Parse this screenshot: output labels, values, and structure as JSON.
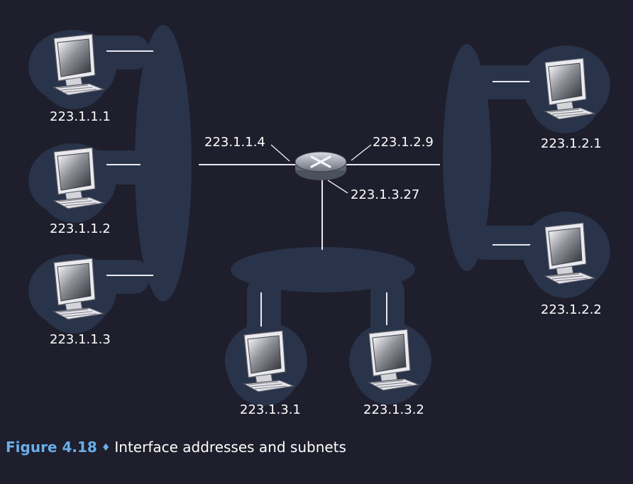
{
  "diagram": {
    "hosts": [
      {
        "id": "h1",
        "ip": "223.1.1.1"
      },
      {
        "id": "h2",
        "ip": "223.1.1.2"
      },
      {
        "id": "h3",
        "ip": "223.1.1.3"
      },
      {
        "id": "h4",
        "ip": "223.1.2.1"
      },
      {
        "id": "h5",
        "ip": "223.1.2.2"
      },
      {
        "id": "h6",
        "ip": "223.1.3.1"
      },
      {
        "id": "h7",
        "ip": "223.1.3.2"
      }
    ],
    "router_interfaces": [
      {
        "id": "r1",
        "ip": "223.1.1.4"
      },
      {
        "id": "r2",
        "ip": "223.1.2.9"
      },
      {
        "id": "r3",
        "ip": "223.1.3.27"
      }
    ]
  },
  "caption": {
    "label": "Figure 4.18",
    "separator": "♦",
    "text": "Interface addresses and subnets"
  },
  "colors": {
    "background": "#1e1e2c",
    "subnet": "#29334a",
    "caption_label": "#6aaeea"
  }
}
